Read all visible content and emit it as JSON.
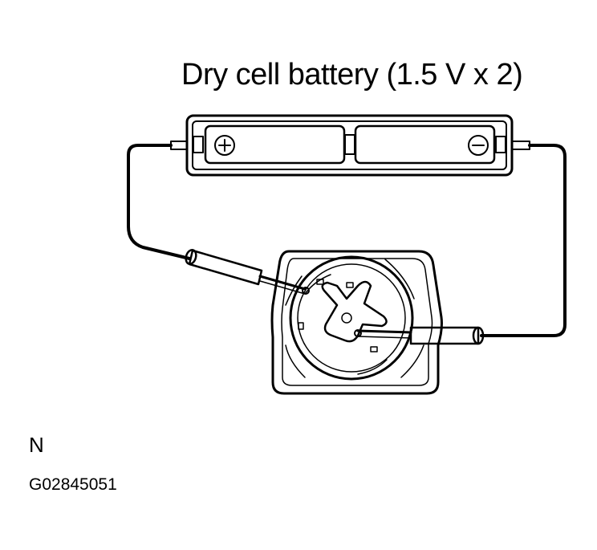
{
  "figure": {
    "title": "Dry cell battery (1.5 V x 2)",
    "code_letter": "N",
    "figure_id": "G02845051"
  },
  "symbols": {
    "positive": "plus-symbol",
    "negative": "minus-symbol"
  },
  "colors": {
    "ink": "#000000",
    "background": "#ffffff"
  }
}
